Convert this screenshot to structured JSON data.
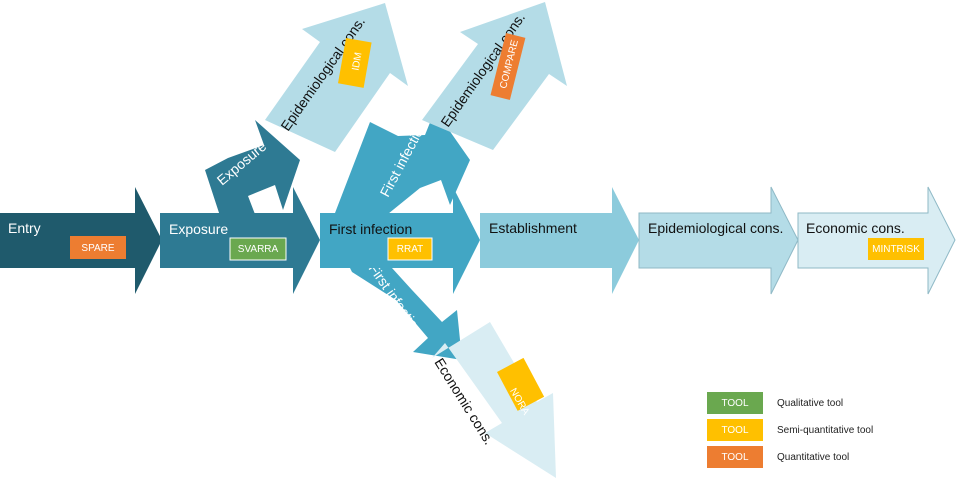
{
  "colors": {
    "entry": "#1f5a6c",
    "exposure": "#2e7a93",
    "infection": "#42a6c4",
    "establishment": "#8ccbdc",
    "epi": "#b4dce7",
    "econ": "#d9edf3",
    "qualitative": "#6aa84f",
    "semi": "#ffc000",
    "quantitative": "#ed7d31"
  },
  "stages": {
    "entry": {
      "label": "Entry",
      "tool": "SPARE"
    },
    "exposure": {
      "label": "Exposure",
      "tool": "SVARRA"
    },
    "first_infection": {
      "label": "First infection",
      "tool": "RRAT"
    },
    "establishment": {
      "label": "Establishment"
    },
    "epidemiological": {
      "label": "Epidemiological cons."
    },
    "economic": {
      "label": "Economic cons.",
      "tool": "MINTRISK"
    }
  },
  "branches": {
    "exposure_up": {
      "label": "Exposure"
    },
    "epi_from_exposure": {
      "label": "Epidemiological cons.",
      "tool": "IDM"
    },
    "infection_up": {
      "label": "First infection"
    },
    "epi_from_infection": {
      "label": "Epidemiological cons.",
      "tool": "COMPARE"
    },
    "infection_down": {
      "label": "First infection"
    },
    "econ_from_infection": {
      "label": "Economic cons.",
      "tool": "NORA"
    }
  },
  "legend": {
    "swatch_text": "TOOL",
    "items": [
      {
        "type": "qualitative",
        "label": "Qualitative tool"
      },
      {
        "type": "semi",
        "label": "Semi-quantitative tool"
      },
      {
        "type": "quantitative",
        "label": "Quantitative tool"
      }
    ]
  }
}
